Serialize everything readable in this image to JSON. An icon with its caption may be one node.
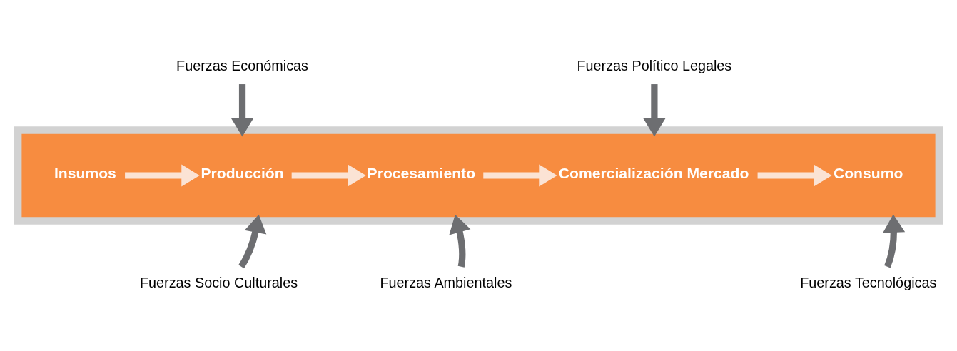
{
  "diagram": {
    "nodes": [
      {
        "text": [
          "Fuerzas Económicas"
        ]
      },
      {
        "text": [
          "Fuerzas Político Legales"
        ]
      },
      {
        "text": [],
        "shape": "bar"
      },
      {
        "text": [
          "Insumos"
        ],
        "in": 2
      },
      {
        "text": [
          "Producción"
        ],
        "in": 2
      },
      {
        "text": [
          "Procesamiento"
        ],
        "in": 2
      },
      {
        "text": [
          "Comercialización Mercado"
        ],
        "in": 2
      },
      {
        "text": [
          "Consumo"
        ],
        "in": 2
      },
      {
        "text": [
          "Fuerzas Socio Culturales"
        ]
      },
      {
        "text": [
          "Fuerzas Ambientales"
        ]
      },
      {
        "text": [
          "Fuerzas Tecnológicas"
        ]
      }
    ],
    "edges": [
      {
        "from": 0,
        "to": 2,
        "arrow": "to"
      },
      {
        "from": 1,
        "to": 2,
        "arrow": "to"
      },
      {
        "from": 3,
        "to": 4,
        "arrow": "to",
        "color": "#fbe3d4"
      },
      {
        "from": 4,
        "to": 5,
        "arrow": "to",
        "color": "#fbe3d4"
      },
      {
        "from": 5,
        "to": 6,
        "arrow": "to",
        "color": "#fbe3d4"
      },
      {
        "from": 6,
        "to": 7,
        "arrow": "to",
        "color": "#fbe3d4"
      },
      {
        "from": 8,
        "to": 2,
        "arrow": "to"
      },
      {
        "from": 9,
        "to": 2,
        "arrow": "to"
      },
      {
        "from": 10,
        "to": 2,
        "arrow": "to"
      }
    ]
  }
}
